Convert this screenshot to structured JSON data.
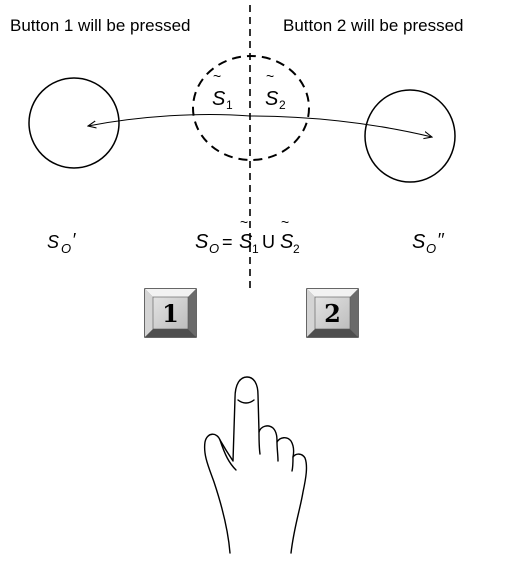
{
  "header": {
    "left_label": "Button 1 will be pressed",
    "right_label": "Button 2 will be pressed"
  },
  "subsets": {
    "s1": {
      "base": "S",
      "accent": "~",
      "sub": "1"
    },
    "s2": {
      "base": "S",
      "accent": "~",
      "sub": "2"
    }
  },
  "states": {
    "left": {
      "base": "S",
      "sub": "O",
      "mark": "′"
    },
    "center": {
      "base": "S",
      "sub": "O",
      "eq": "=",
      "p1_base": "S",
      "p1_accent": "~",
      "p1_sub": "1",
      "union": "U",
      "p2_base": "S",
      "p2_accent": "~",
      "p2_sub": "2"
    },
    "right": {
      "base": "S",
      "sub": "O",
      "mark": "′′"
    }
  },
  "buttons": [
    {
      "label": "1"
    },
    {
      "label": "2"
    }
  ]
}
